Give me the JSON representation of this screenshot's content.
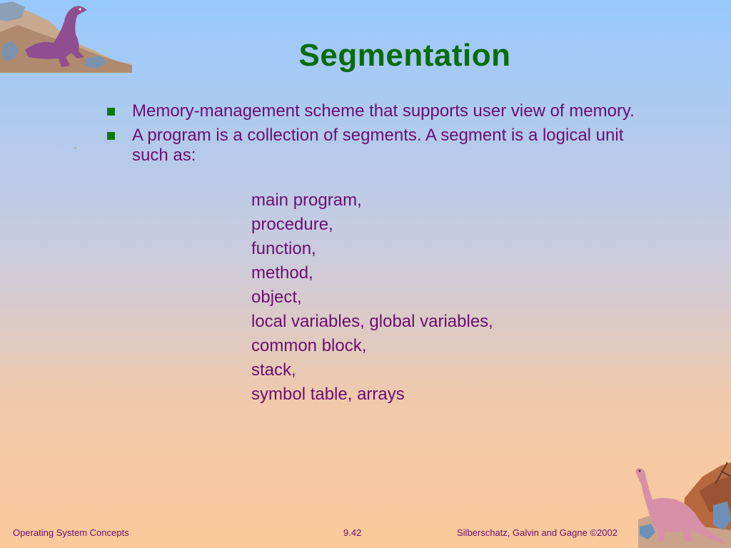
{
  "slide": {
    "title": "Segmentation",
    "bullets": [
      "Memory-management scheme that supports user view of memory.",
      "A program is a collection of segments.  A segment is a logical unit such as:"
    ],
    "segments": [
      "main program,",
      "procedure,",
      "function,",
      "method,",
      "object,",
      "local variables, global variables,",
      "common block,",
      "stack,",
      "symbol table, arrays"
    ]
  },
  "footer": {
    "left": "Operating System Concepts",
    "center": "9.42",
    "right": "Silberschatz, Galvin and  Gagne ©2002"
  },
  "colors": {
    "title": "#0a6b0a",
    "text": "#6a0f6e",
    "bullet": "#0a7a0a"
  },
  "icons": [
    "t-rex-dinosaur-icon",
    "brontosaurus-dinosaur-icon"
  ]
}
